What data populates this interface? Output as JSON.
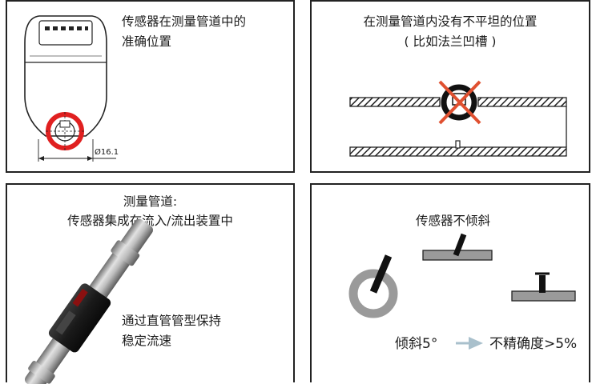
{
  "panels": {
    "top_left": {
      "title_line1": "传感器在测量管道中的",
      "title_line2": "准确位置",
      "dimension_label": "Ø16.1"
    },
    "top_right": {
      "title_line1": "在测量管道内没有不平坦的位置",
      "title_line2": "( 比如法兰凹槽 )"
    },
    "bottom_left": {
      "title_line1": "测量管道:",
      "title_line2": "传感器集成在流入/流出装置中",
      "note_line1": "通过直管管型保持",
      "note_line2": "稳定流速"
    },
    "bottom_right": {
      "title": "传感器不倾斜",
      "tilt_label": "倾斜5°",
      "accuracy_label": "不精确度>5%"
    }
  },
  "colors": {
    "border": "#222222",
    "red": "#e02020",
    "gray_fill": "#9a9a9a",
    "arrow": "#a9c0cc"
  }
}
